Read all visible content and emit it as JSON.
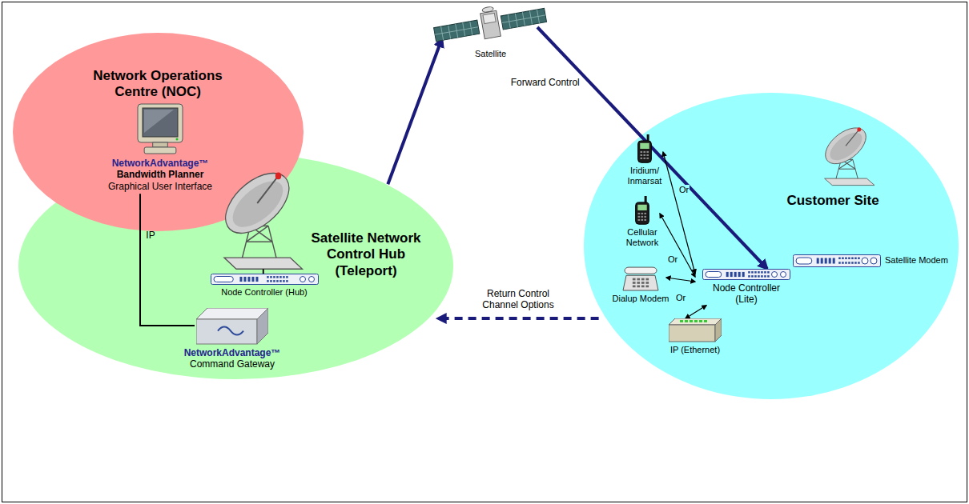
{
  "diagram": {
    "nodes": [
      {
        "text": [
          "Network Operations Centre (NOC)"
        ]
      },
      {
        "text": [
          "NetworkAdvantage™",
          "Bandwidth Planner",
          "Graphical User Interface"
        ],
        "in": 0
      },
      {
        "text": [
          "Satellite Network Control Hub (Teleport)"
        ]
      },
      {
        "text": [
          "Node Controller (Hub)"
        ],
        "in": 2
      },
      {
        "text": [
          "NetworkAdvantage™",
          "Command Gateway"
        ],
        "in": 2
      },
      {
        "text": [
          "Satellite"
        ]
      },
      {
        "text": [
          "Customer Site"
        ]
      },
      {
        "text": [
          "Iridium/ Inmarsat"
        ],
        "in": 6
      },
      {
        "text": [
          "Cellular Network"
        ],
        "in": 6
      },
      {
        "text": [
          "Dialup Modem"
        ],
        "in": 6
      },
      {
        "text": [
          "IP (Ethernet)"
        ],
        "in": 6
      },
      {
        "text": [
          "Node Controller (Lite)"
        ],
        "in": 6
      },
      {
        "text": [
          "Satellite Modem"
        ],
        "in": 6
      }
    ],
    "edges": [
      {
        "from": 2,
        "to": 5,
        "arrow": "to"
      },
      {
        "from": 5,
        "to": 11,
        "label": "Forward Control",
        "arrow": "to"
      },
      {
        "from": 6,
        "to": 2,
        "label": "Return Control Channel Options",
        "arrow": "to"
      },
      {
        "from": 1,
        "to": 4,
        "label": "IP",
        "arrow": "none"
      },
      {
        "from": 11,
        "to": 7,
        "arrow": "both"
      },
      {
        "from": 11,
        "to": 8,
        "arrow": "both"
      },
      {
        "from": 11,
        "to": 9,
        "arrow": "both"
      },
      {
        "from": 11,
        "to": 10,
        "arrow": "both"
      }
    ],
    "labels": [
      "Or",
      "Or",
      "Or"
    ]
  }
}
